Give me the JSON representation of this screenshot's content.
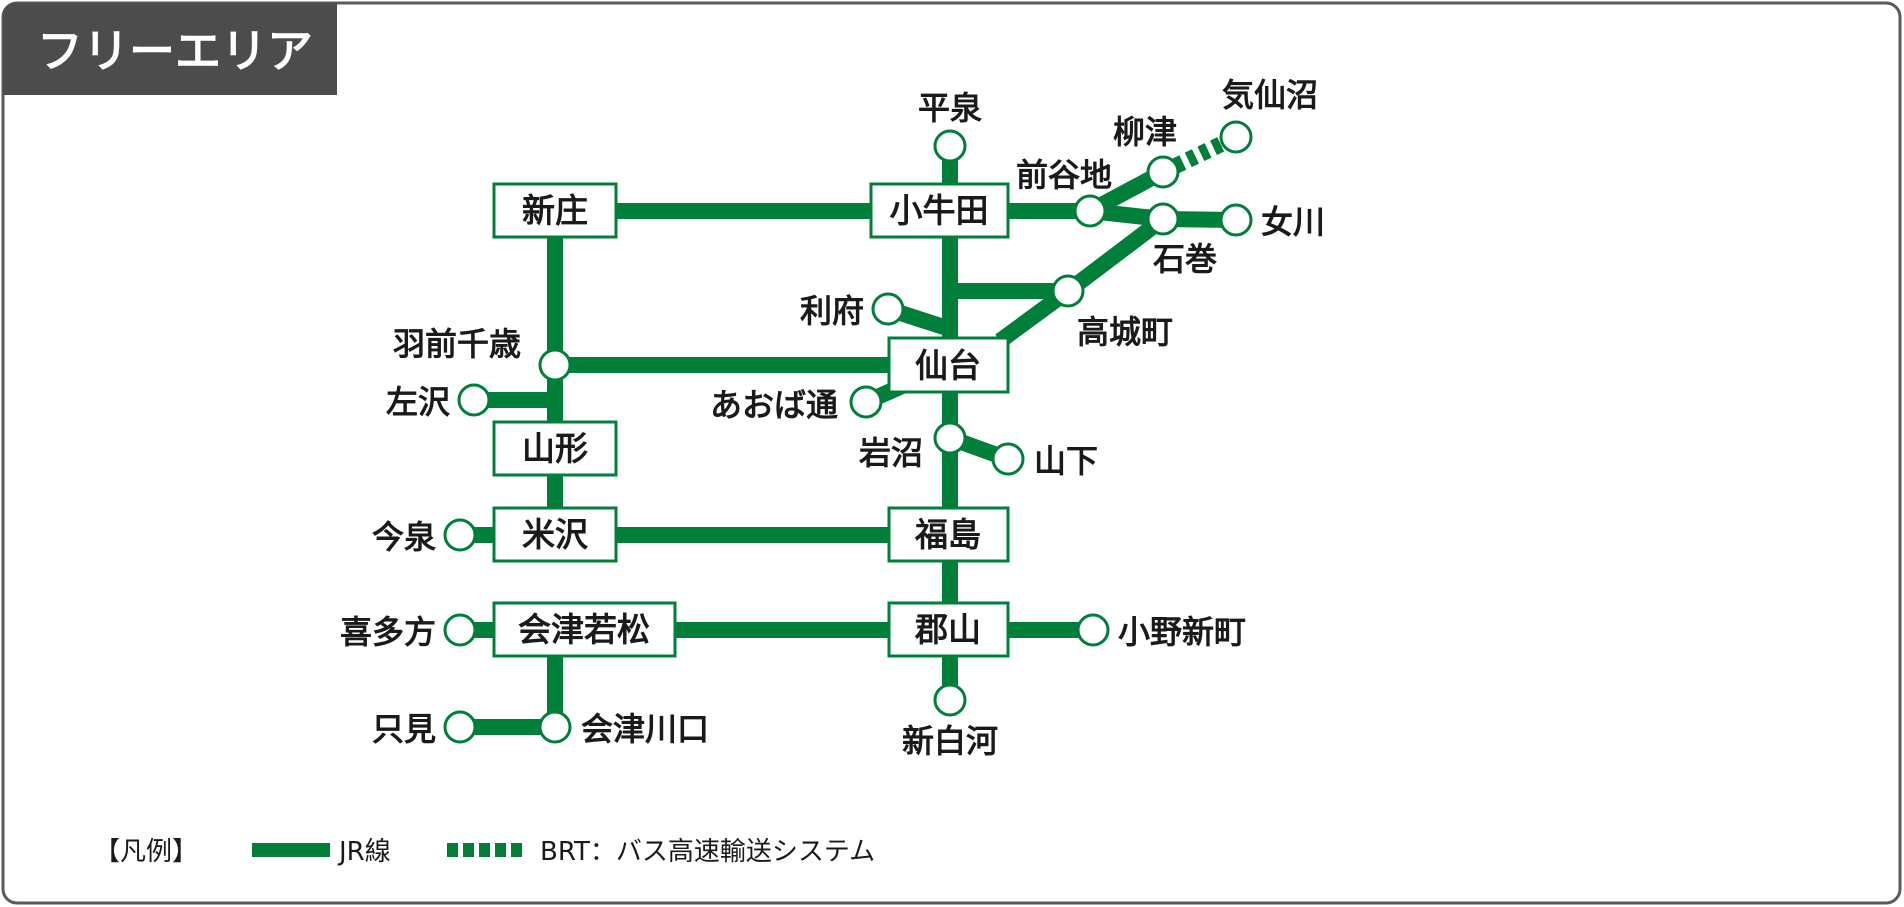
{
  "header": {
    "title": "フリーエリア"
  },
  "colors": {
    "line": "#007f3a",
    "header_bg": "#4c4c4c",
    "frame": "#5a5a5a"
  },
  "stations": {
    "shinjo": "新庄",
    "kogota": "小牛田",
    "sendai": "仙台",
    "yamagata": "山形",
    "yonezawa": "米沢",
    "fukushima": "福島",
    "aizu_wakamatsu": "会津若松",
    "koriyama": "郡山",
    "hiraizumi": "平泉",
    "maeyachi": "前谷地",
    "yanaizu": "柳津",
    "kesennuma": "気仙沼",
    "ishinomaki": "石巻",
    "onagawa": "女川",
    "rifu": "利府",
    "takagimachi": "高城町",
    "hazen_chitose": "羽前千歳",
    "sazawa": "左沢",
    "aobadori": "あおば通",
    "iwanuma": "岩沼",
    "yamashita": "山下",
    "imaizumi": "今泉",
    "kitakata": "喜多方",
    "ono_niimachi": "小野新町",
    "shin_shirakawa": "新白河",
    "tadami": "只見",
    "aizu_kawaguchi": "会津川口"
  },
  "legend": {
    "bracket_label": "【凡例】",
    "jr_label": "JR線",
    "brt_label": "BRT：バス高速輸送システム"
  }
}
